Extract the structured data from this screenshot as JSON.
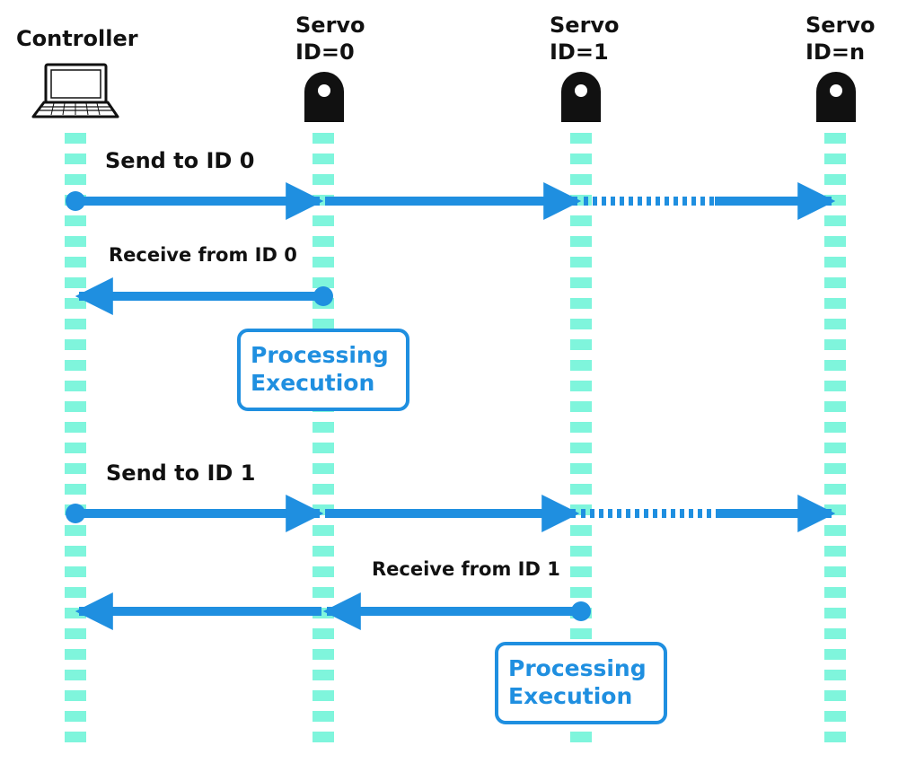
{
  "colors": {
    "lifeline": "#7ff5dc",
    "arrow": "#1f8fe0",
    "text": "#111111",
    "servo": "#111111",
    "box_border": "#1f8fe0"
  },
  "participants": [
    {
      "id": "controller",
      "label": "Controller",
      "icon": "laptop-icon"
    },
    {
      "id": "servo0",
      "label_line1": "Servo",
      "label_line2": "ID=0",
      "icon": "servo-icon"
    },
    {
      "id": "servo1",
      "label_line1": "Servo",
      "label_line2": "ID=1",
      "icon": "servo-icon"
    },
    {
      "id": "servon",
      "label_line1": "Servo",
      "label_line2": "ID=n",
      "icon": "servo-icon"
    }
  ],
  "messages": [
    {
      "label": "Send to ID 0",
      "from": "controller",
      "to": "servon",
      "direction": "right"
    },
    {
      "label": "Receive from ID 0",
      "from": "servo0",
      "to": "controller",
      "direction": "left"
    },
    {
      "label": "Send to ID 1",
      "from": "controller",
      "to": "servon",
      "direction": "right"
    },
    {
      "label": "Receive from ID 1",
      "from": "servo1",
      "to": "controller",
      "direction": "left"
    }
  ],
  "processing": [
    {
      "at": "servo0",
      "line1": "Processing",
      "line2": "Execution"
    },
    {
      "at": "servo1",
      "line1": "Processing",
      "line2": "Execution"
    }
  ]
}
